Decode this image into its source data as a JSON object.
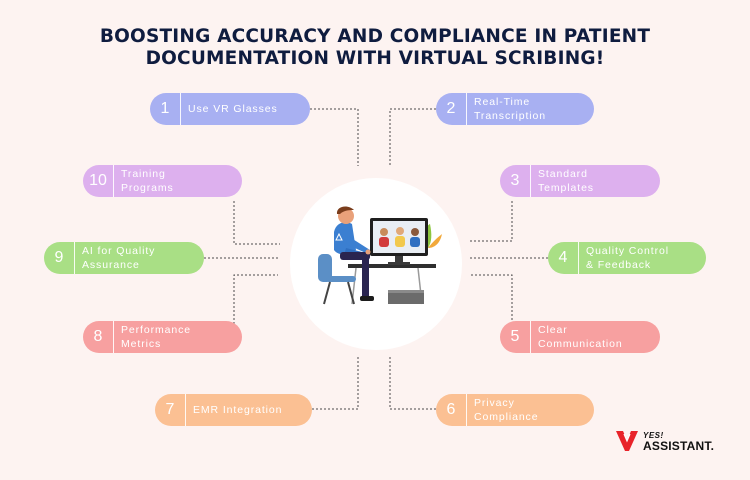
{
  "title": {
    "line1": "BOOSTING ACCURACY AND COMPLIANCE IN PATIENT",
    "line2": "DOCUMENTATION WITH VIRTUAL SCRIBING!"
  },
  "items": [
    {
      "num": "1",
      "lines": [
        "Use VR Glasses"
      ],
      "color": "#a8b0f2"
    },
    {
      "num": "2",
      "lines": [
        "Real-Time",
        "Transcription"
      ],
      "color": "#a8b0f2"
    },
    {
      "num": "3",
      "lines": [
        "Standard",
        "Templates"
      ],
      "color": "#ddb0ee"
    },
    {
      "num": "4",
      "lines": [
        "Quality Control",
        "& Feedback"
      ],
      "color": "#a9df85"
    },
    {
      "num": "5",
      "lines": [
        "Clear",
        "Communication"
      ],
      "color": "#f7a0a0"
    },
    {
      "num": "6",
      "lines": [
        "Privacy",
        "Compliance"
      ],
      "color": "#fbc093"
    },
    {
      "num": "7",
      "lines": [
        "EMR Integration"
      ],
      "color": "#fbc093"
    },
    {
      "num": "8",
      "lines": [
        "Performance",
        "Metrics"
      ],
      "color": "#f7a0a0"
    },
    {
      "num": "9",
      "lines": [
        "AI for Quality",
        "Assurance"
      ],
      "color": "#a9df85"
    },
    {
      "num": "10",
      "lines": [
        "Training",
        "Programs"
      ],
      "color": "#ddb0ee"
    }
  ],
  "logo": {
    "yes": "YES!",
    "assistant": "ASSISTANT.",
    "mark_color": "#e8232a"
  }
}
